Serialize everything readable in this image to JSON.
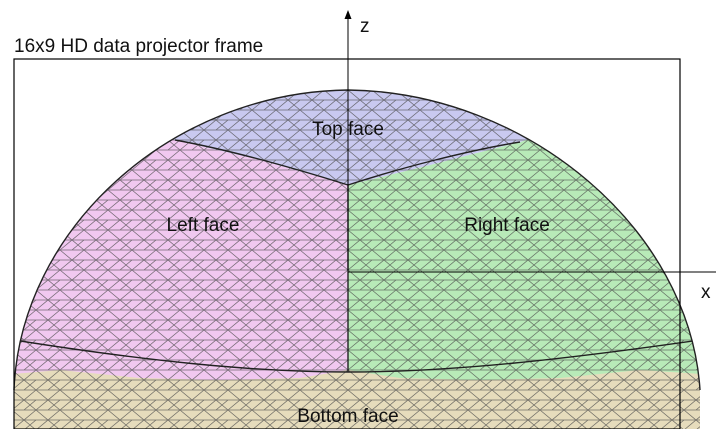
{
  "frame": {
    "caption": "16x9 HD data projector frame"
  },
  "axes": {
    "z_label": "z",
    "x_label": "x"
  },
  "faces": [
    {
      "id": "top",
      "label": "Top face",
      "fill": "#c9c9f0"
    },
    {
      "id": "left",
      "label": "Left face",
      "fill": "#f1c8f0"
    },
    {
      "id": "right",
      "label": "Right face",
      "fill": "#b8eab8"
    },
    {
      "id": "bottom",
      "label": "Bottom face",
      "fill": "#e6dcbc"
    }
  ],
  "colors": {
    "mesh_line": "#4a4a4a",
    "frame_line": "#000000",
    "axis_line": "#000000",
    "background": "#ffffff"
  }
}
